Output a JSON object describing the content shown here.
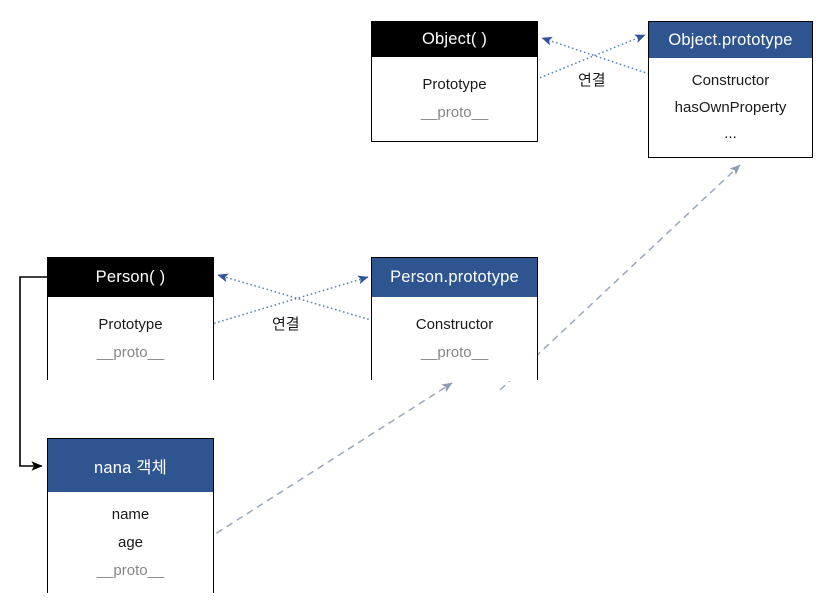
{
  "diagram": {
    "title": "JavaScript prototype chain diagram",
    "colors": {
      "header_black": "#000000",
      "header_blue": "#2e5590",
      "arrow_blue": "#4472c4",
      "arrow_gray": "#9aa7bd",
      "muted_text": "#878787",
      "box_border": "#000000",
      "background": "#ffffff"
    },
    "boxes": [
      {
        "id": "object-ctor",
        "title": "Object( )",
        "header_style": "black",
        "props": [
          {
            "text": "Prototype",
            "muted": false
          },
          {
            "text": "__proto__",
            "muted": true
          }
        ]
      },
      {
        "id": "object-prototype",
        "title": "Object.prototype",
        "header_style": "blue",
        "props": [
          {
            "text": "Constructor",
            "muted": false
          },
          {
            "text": "hasOwnProperty",
            "muted": false
          },
          {
            "text": "...",
            "muted": false
          }
        ]
      },
      {
        "id": "person-ctor",
        "title": "Person( )",
        "header_style": "black",
        "props": [
          {
            "text": "Prototype",
            "muted": false
          },
          {
            "text": "__proto__",
            "muted": true
          }
        ]
      },
      {
        "id": "person-prototype",
        "title": "Person.prototype",
        "header_style": "blue",
        "props": [
          {
            "text": "Constructor",
            "muted": false
          },
          {
            "text": "__proto__",
            "muted": true
          }
        ]
      },
      {
        "id": "nana-object",
        "title": "nana 객체",
        "header_style": "blue",
        "props": [
          {
            "text": "name",
            "muted": false
          },
          {
            "text": "age",
            "muted": false
          },
          {
            "text": "__proto__",
            "muted": true
          }
        ]
      }
    ],
    "edge_labels": [
      {
        "id": "link-top",
        "text": "연결"
      },
      {
        "id": "link-middle",
        "text": "연결"
      }
    ]
  }
}
